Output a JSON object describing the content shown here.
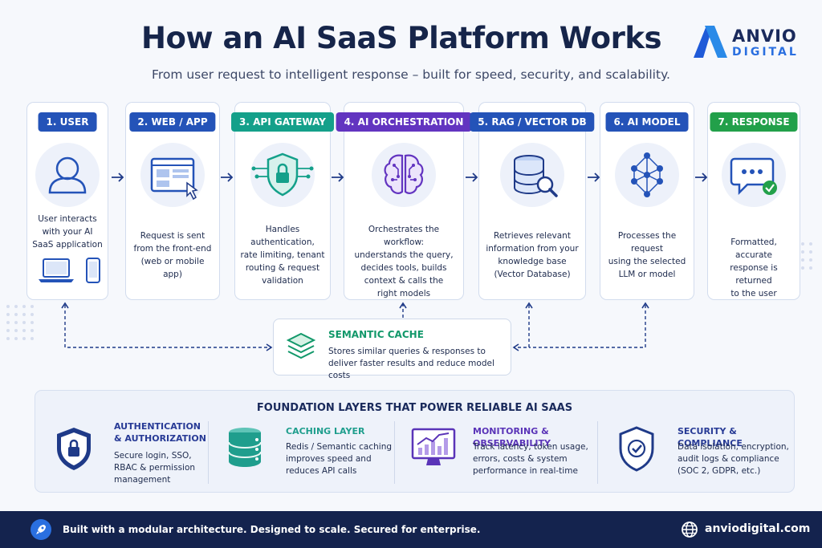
{
  "header": {
    "title": "How an AI SaaS Platform Works",
    "subtitle": "From user request to intelligent response – built for speed, security, and scalability."
  },
  "logo": {
    "name": "ANVIO",
    "sub": "DIGITAL"
  },
  "steps": [
    {
      "badge": "1. USER",
      "color": "#2453b8",
      "icon": "user-icon",
      "desc": [
        "User interacts",
        "with your AI",
        "SaaS application"
      ]
    },
    {
      "badge": "2. WEB / APP",
      "color": "#2453b8",
      "icon": "browser-window-icon",
      "desc": [
        "Request is sent",
        "from the front-end",
        "(web or mobile app)"
      ]
    },
    {
      "badge": "3. API GATEWAY",
      "color": "#14a08a",
      "icon": "shield-lock-icon",
      "desc": [
        "Handles authentication,",
        "rate limiting, tenant",
        "routing & request",
        "validation"
      ]
    },
    {
      "badge": "4. AI ORCHESTRATION",
      "color": "#6234c0",
      "icon": "brain-icon",
      "desc": [
        "Orchestrates the workflow:",
        "understands the query,",
        "decides tools, builds",
        "context & calls the",
        "right models"
      ]
    },
    {
      "badge": "5. RAG / VECTOR DB",
      "color": "#2453b8",
      "icon": "database-search-icon",
      "desc": [
        "Retrieves relevant",
        "information from your",
        "knowledge base",
        "(Vector Database)"
      ]
    },
    {
      "badge": "6. AI MODEL",
      "color": "#2453b8",
      "icon": "neural-network-icon",
      "desc": [
        "Processes the request",
        "using the selected",
        "LLM or model"
      ]
    },
    {
      "badge": "7. RESPONSE",
      "color": "#22a04a",
      "icon": "chat-check-icon",
      "desc": [
        "Formatted, accurate",
        "response is returned",
        "to the user"
      ]
    }
  ],
  "cache": {
    "title": "SEMANTIC CACHE",
    "desc": "Stores similar queries & responses to deliver faster results and reduce model costs"
  },
  "foundation": {
    "title": "FOUNDATION LAYERS THAT POWER RELIABLE AI SAAS",
    "layers": [
      {
        "title": [
          "AUTHENTICATION",
          "& AUTHORIZATION"
        ],
        "desc": [
          "Secure login, SSO,",
          "RBAC & permission",
          "management"
        ],
        "icon": "shield-lock-icon"
      },
      {
        "title": [
          "CACHING LAYER"
        ],
        "desc": [
          "Redis / Semantic caching",
          "improves speed and",
          "reduces API calls"
        ],
        "icon": "database-icon"
      },
      {
        "title": [
          "MONITORING & OBSERVABILITY"
        ],
        "desc": [
          "Track latency, token usage,",
          "errors, costs & system",
          "performance in real-time"
        ],
        "icon": "monitor-chart-icon"
      },
      {
        "title": [
          "SECURITY & COMPLIANCE"
        ],
        "desc": [
          "Data isolation, encryption,",
          "audit logs & compliance",
          "(SOC 2, GDPR, etc.)"
        ],
        "icon": "shield-check-icon"
      }
    ]
  },
  "footer": {
    "tagline": "Built with a modular architecture. Designed to scale. Secured for enterprise.",
    "url": "anviodigital.com"
  },
  "colors": {
    "navy": "#14234e",
    "blue": "#2453b8",
    "teal": "#14a08a",
    "purple": "#6234c0",
    "green": "#22a04a"
  }
}
